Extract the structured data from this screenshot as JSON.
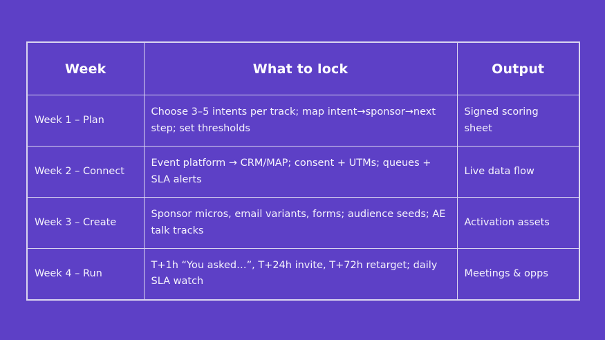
{
  "colors": {
    "background": "#5D40C6",
    "table_border": "#DBD6F0",
    "text": "#FFFFFF"
  },
  "table": {
    "columns": [
      {
        "label": "Week"
      },
      {
        "label": "What to lock"
      },
      {
        "label": "Output"
      }
    ],
    "rows": [
      {
        "week": "Week 1 – Plan",
        "lock": "Choose 3–5 intents per track; map intent→sponsor→next step; set thresholds",
        "output": "Signed scoring sheet"
      },
      {
        "week": "Week 2 – Connect",
        "lock": "Event platform → CRM/MAP; consent + UTMs; queues + SLA alerts",
        "output": "Live data flow"
      },
      {
        "week": "Week 3 – Create",
        "lock": "Sponsor micros, email variants, forms; audience seeds; AE talk tracks",
        "output": "Activation assets"
      },
      {
        "week": "Week 4 – Run",
        "lock": "T+1h “You asked…”, T+24h invite, T+72h retarget; daily SLA watch",
        "output": "Meetings & opps"
      }
    ]
  }
}
